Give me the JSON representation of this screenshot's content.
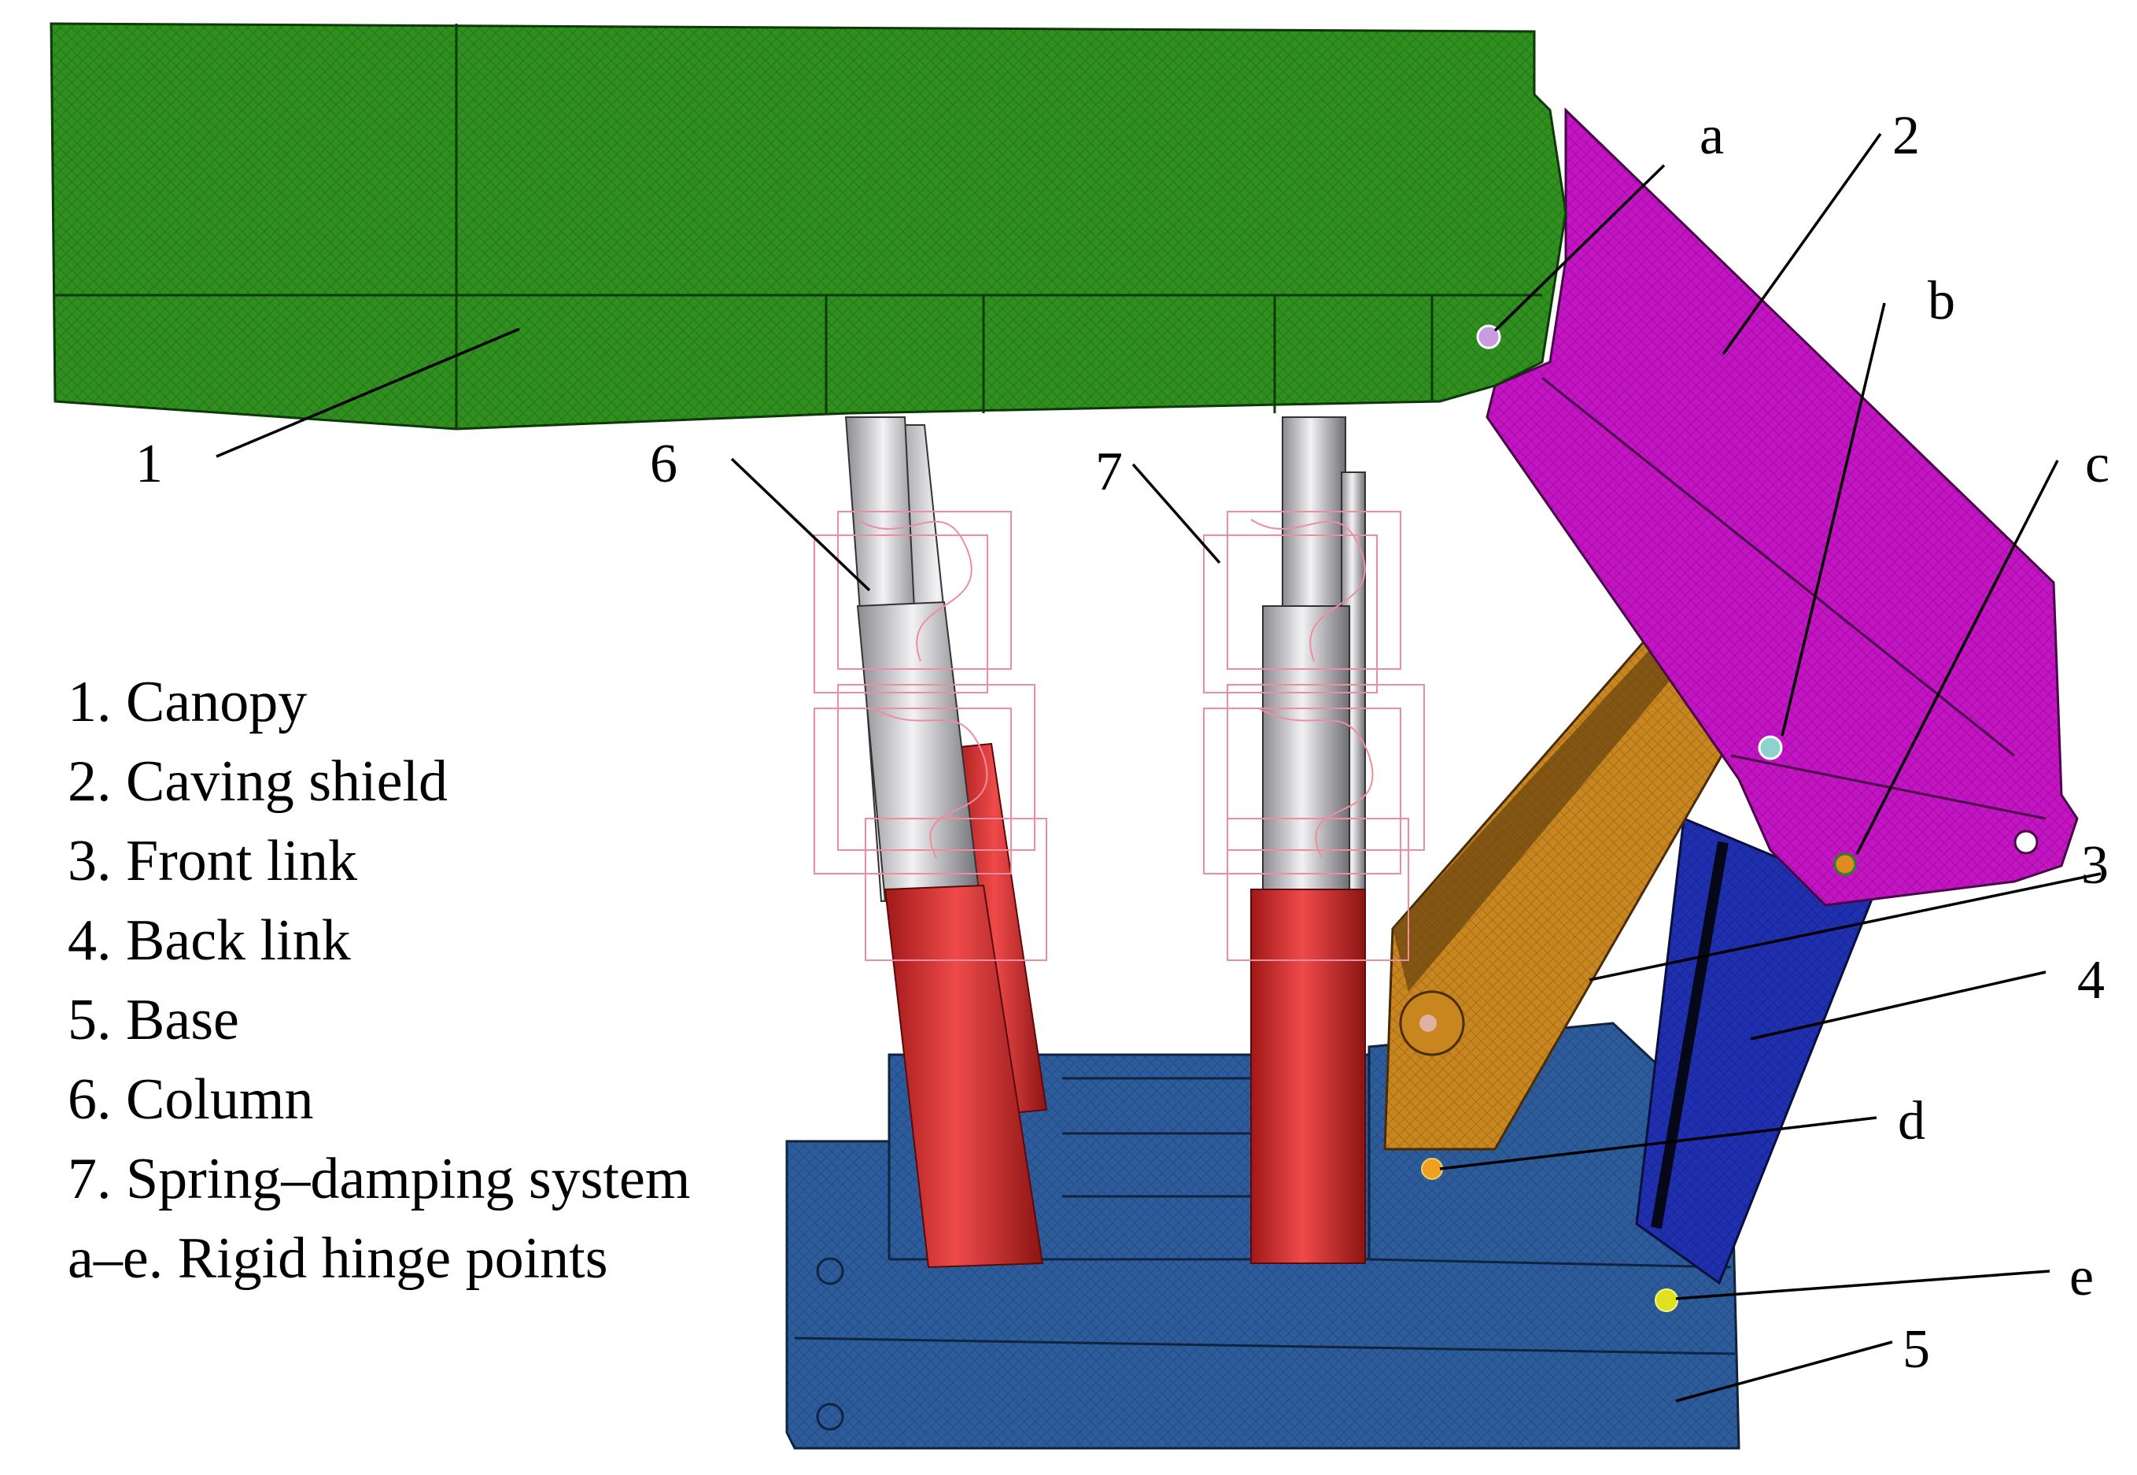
{
  "colors": {
    "canopy": "#2f8f1f",
    "caving_shield": "#c414c4",
    "front_link": "#c9861f",
    "back_link": "#1f2fb0",
    "base": "#2d5c9c",
    "column": "#cc2626",
    "column_rod": "#c8c8cc",
    "spring_damping": "#f08ca0",
    "hinge": "#e0c020"
  },
  "callouts": {
    "canopy": "1",
    "caving_shield": "2",
    "front_link": "3",
    "back_link": "4",
    "base": "5",
    "column": "6",
    "spring_damping": "7",
    "hinge_a": "a",
    "hinge_b": "b",
    "hinge_c": "c",
    "hinge_d": "d",
    "hinge_e": "e"
  },
  "legend": [
    "1. Canopy",
    "2. Caving shield",
    "3. Front link",
    "4. Back link",
    "5. Base",
    "6. Column",
    "7. Spring–damping system",
    "a–e. Rigid hinge points"
  ]
}
